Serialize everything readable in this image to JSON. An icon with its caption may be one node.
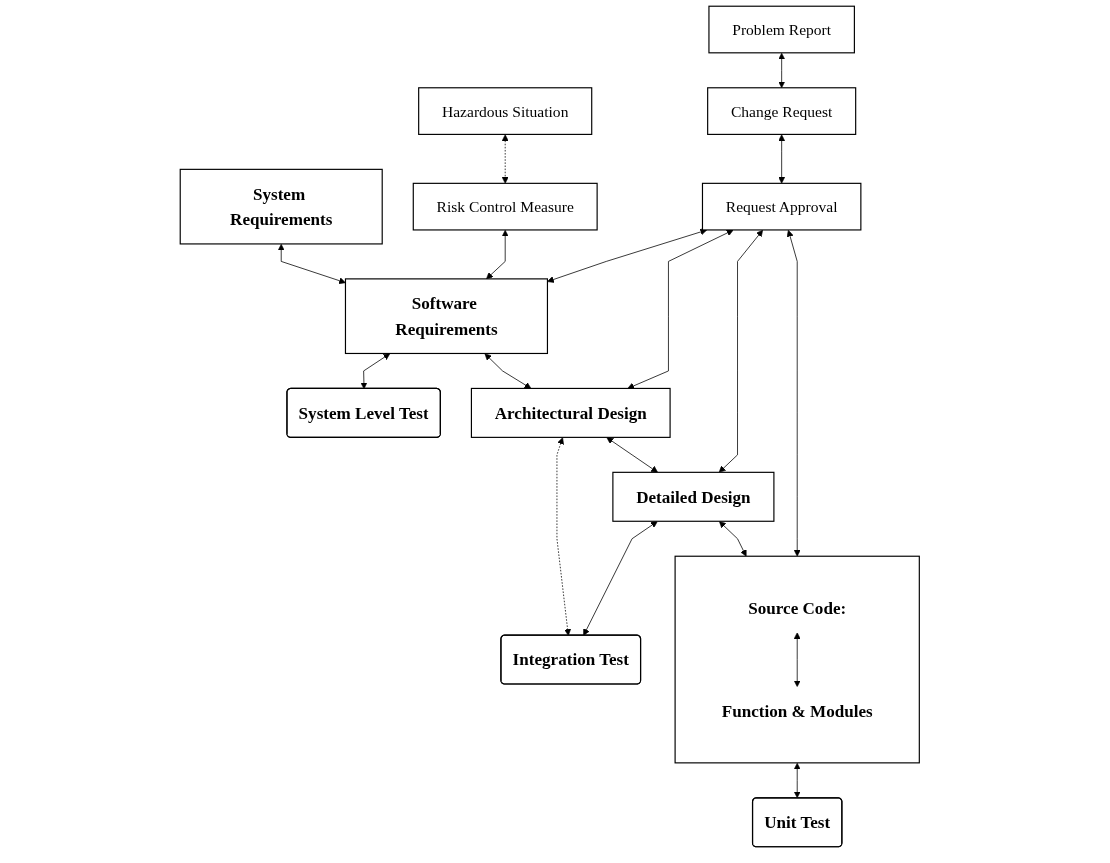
{
  "diagram": {
    "nodes": [
      {
        "text": [
          "Hazardous Situation"
        ]
      },
      {
        "text": [
          "System Requirements"
        ]
      },
      {
        "text": [
          "Risk Control Measure"
        ]
      },
      {
        "text": [
          "Software Requirements"
        ]
      },
      {
        "text": [
          "System Level Test"
        ]
      },
      {
        "text": [
          "Problem Report"
        ]
      },
      {
        "text": [
          "Architectural Design"
        ]
      },
      {
        "text": [
          "Integration Test"
        ]
      },
      {
        "text": [
          "Change Request"
        ]
      },
      {
        "text": [
          "Detailed Design"
        ]
      },
      {
        "text": [
          "Request Approval"
        ]
      },
      {
        "text": [],
        "shape": "box"
      },
      {
        "text": [
          "Source Code:"
        ],
        "in": 11
      },
      {
        "text": [
          "Function & Modules"
        ],
        "in": 11
      },
      {
        "text": [
          "Unit Test"
        ]
      }
    ],
    "edges": [
      {
        "from": 0,
        "to": 2,
        "arrow": "both",
        "style": "dashed"
      },
      {
        "from": 1,
        "to": 3,
        "arrow": "both"
      },
      {
        "from": 2,
        "to": 3,
        "arrow": "both"
      },
      {
        "from": 3,
        "to": 4,
        "arrow": "both"
      },
      {
        "from": 3,
        "to": 6,
        "arrow": "both"
      },
      {
        "from": 5,
        "to": 8,
        "arrow": "both"
      },
      {
        "from": 6,
        "to": 7,
        "arrow": "both",
        "style": "dashed"
      },
      {
        "from": 6,
        "to": 9,
        "arrow": "both"
      },
      {
        "from": 9,
        "to": 7,
        "arrow": "both"
      },
      {
        "from": 8,
        "to": 10,
        "arrow": "both"
      },
      {
        "from": 10,
        "to": 3,
        "arrow": "both"
      },
      {
        "from": 10,
        "to": 6,
        "arrow": "both"
      },
      {
        "from": 10,
        "to": 9,
        "arrow": "both"
      },
      {
        "from": 10,
        "to": 11,
        "arrow": "both"
      },
      {
        "from": 9,
        "to": 11,
        "arrow": "both"
      },
      {
        "from": 12,
        "to": 13,
        "arrow": "both"
      },
      {
        "from": 11,
        "to": 14,
        "arrow": "both"
      }
    ]
  }
}
